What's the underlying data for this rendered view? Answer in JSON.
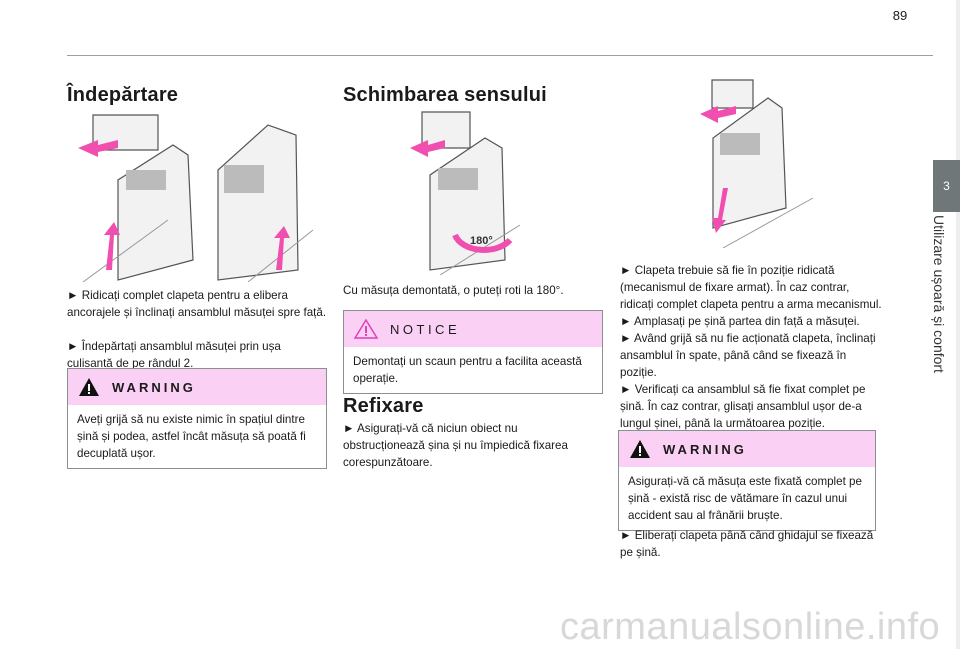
{
  "page_number": "89",
  "chapter": {
    "number": "3",
    "title": "Utilizare ușoară și confort"
  },
  "col1": {
    "heading": "Îndepărtare",
    "paragraphs": [
      "► Ridicați complet clapeta pentru a elibera ancorajele și înclinați ansamblul măsuței spre față.",
      "► Îndepărtați ansamblul măsuței prin ușa culisantă de pe rândul 2."
    ],
    "warning": {
      "title": "WARNING",
      "text": "Aveți grijă să nu existe nimic în spațiul dintre șină și podea, astfel încât măsuța să poată fi decuplată ușor."
    }
  },
  "col2": {
    "heading": "Schimbarea sensului",
    "image_label": "180°",
    "paragraph": "Cu măsuța demontată, o puteți roti la 180°.",
    "notice": {
      "title": "NOTICE",
      "text": "Demontați un scaun pentru a facilita această operație."
    },
    "heading2": "Refixare",
    "paragraph2": "► Asigurați-vă că niciun obiect nu obstrucționează șina și nu împiedică fixarea corespunzătoare."
  },
  "col3": {
    "paragraphs": [
      "► Clapeta trebuie să fie în poziție ridicată (mecanismul de fixare armat). În caz contrar, ridicați complet clapeta pentru a arma mecanismul.",
      "► Amplasați pe șină partea din față a măsuței.",
      "► Având grijă să nu fie acționată clapeta, înclinați ansamblul în spate, până când se fixează în poziție.",
      "► Verificați ca ansamblul să fie fixat complet pe șină. În caz contrar, glisați ansamblul ușor de-a lungul șinei, până la următoarea poziție."
    ],
    "warning": {
      "title": "WARNING",
      "text": "Asigurați-vă că măsuța este fixată complet pe șină - există risc de vătămare în cazul unui accident sau al frânării bruște."
    },
    "paragraph_final": "► Eliberați clapeta până când ghidajul se fixează pe șină."
  },
  "watermark": "carmanualsonline.info",
  "colors": {
    "accent": "#fbd0f5",
    "tab": "#6f7778",
    "arrow": "#f04fb0"
  }
}
